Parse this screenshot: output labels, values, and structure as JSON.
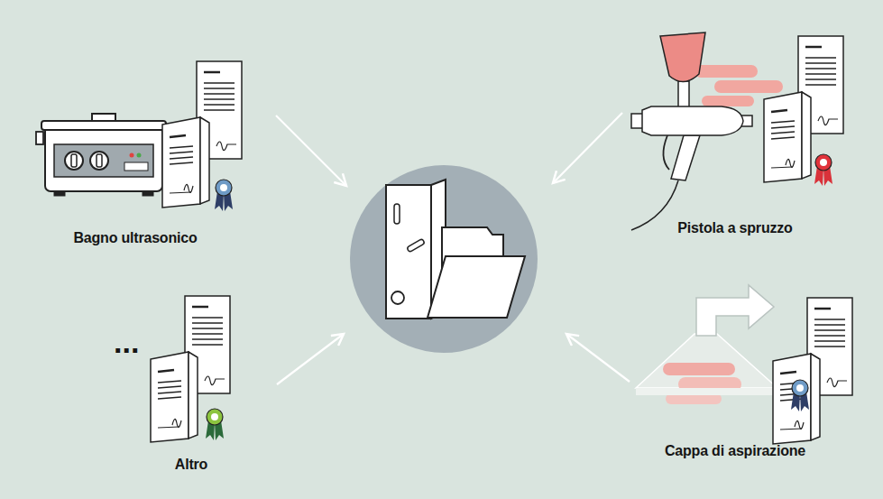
{
  "diagram": {
    "nodes": [
      {
        "text": [
          "Bagno ultrasonico"
        ]
      },
      {
        "text": [
          "Pistola a spruzzo"
        ]
      },
      {
        "text": [
          "Altro"
        ]
      },
      {
        "text": [
          "Cappa di aspirazione"
        ]
      }
    ],
    "labels": [
      "..."
    ]
  }
}
